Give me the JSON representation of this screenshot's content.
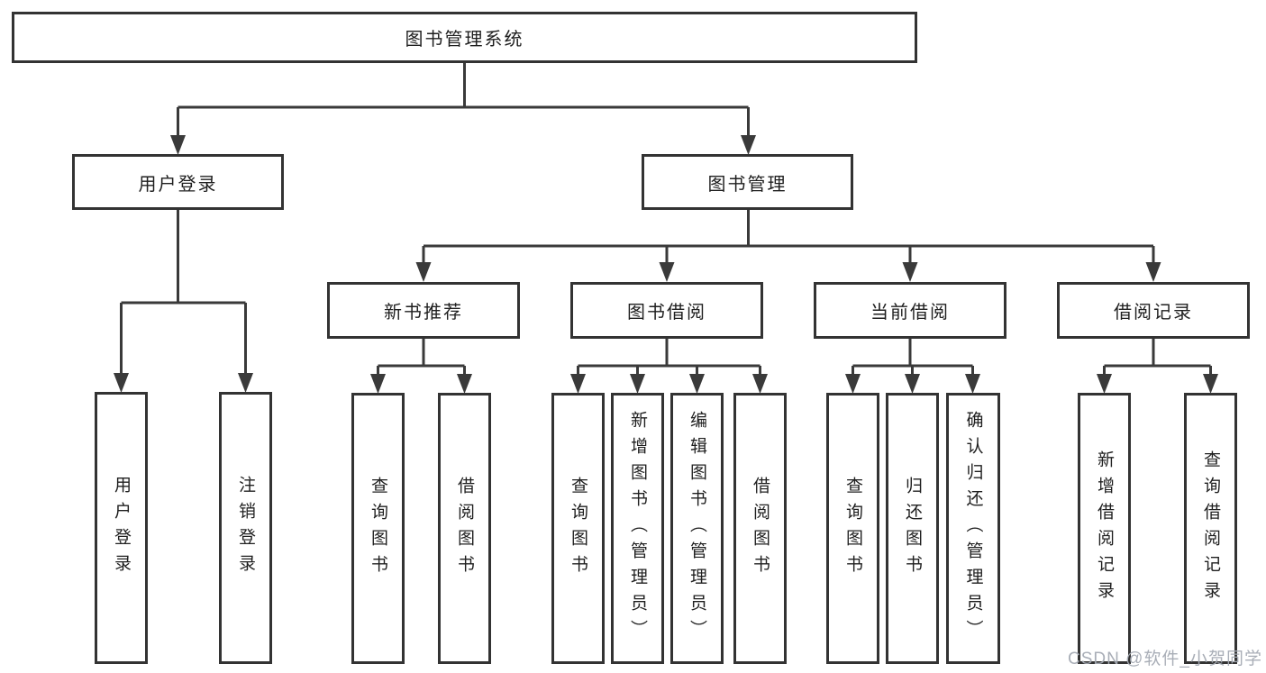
{
  "diagram": {
    "type": "hierarchy-tree",
    "title": "图书管理系统"
  },
  "colors": {
    "line": "#3a3a3a",
    "box_border": "#333333",
    "box_fill": "#ffffff",
    "text": "#1f1f1f",
    "watermark": "#a4aab3",
    "background": "#ffffff"
  },
  "tree": {
    "label": "图书管理系统",
    "children": [
      {
        "label": "用户登录",
        "children": [
          {
            "label": "用户登录"
          },
          {
            "label": "注销登录"
          }
        ]
      },
      {
        "label": "图书管理",
        "children": [
          {
            "label": "新书推荐",
            "children": [
              {
                "label": "查询图书"
              },
              {
                "label": "借阅图书"
              }
            ]
          },
          {
            "label": "图书借阅",
            "children": [
              {
                "label": "查询图书"
              },
              {
                "label": "新增图书（管理员）"
              },
              {
                "label": "编辑图书（管理员）"
              },
              {
                "label": "借阅图书"
              }
            ]
          },
          {
            "label": "当前借阅",
            "children": [
              {
                "label": "查询图书"
              },
              {
                "label": "归还图书"
              },
              {
                "label": "确认归还（管理员）"
              }
            ]
          },
          {
            "label": "借阅记录",
            "children": [
              {
                "label": "新增借阅记录"
              },
              {
                "label": "查询借阅记录"
              }
            ]
          }
        ]
      }
    ]
  },
  "watermark": {
    "text": "CSDN @软件_小贺同学"
  }
}
